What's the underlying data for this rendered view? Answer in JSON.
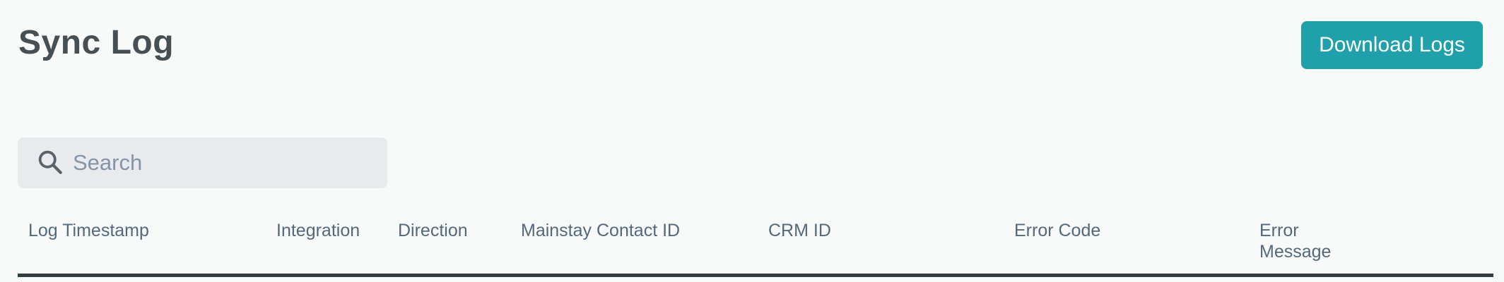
{
  "page": {
    "title": "Sync Log"
  },
  "toolbar": {
    "download_button_label": "Download Logs"
  },
  "search": {
    "placeholder": "Search",
    "value": ""
  },
  "table": {
    "columns": [
      "Log Timestamp",
      "Integration",
      "Direction",
      "Mainstay Contact ID",
      "CRM ID",
      "Error Code",
      "Error Message"
    ],
    "rows": []
  },
  "icons": {
    "search": "magnifier"
  },
  "colors": {
    "accent": "#1fa0aa",
    "background": "#f8faf9",
    "title_text": "#464f54",
    "header_text": "#54687d",
    "divider": "#303c40",
    "search_background": "#e8eaee",
    "placeholder_text": "#8494a8"
  }
}
